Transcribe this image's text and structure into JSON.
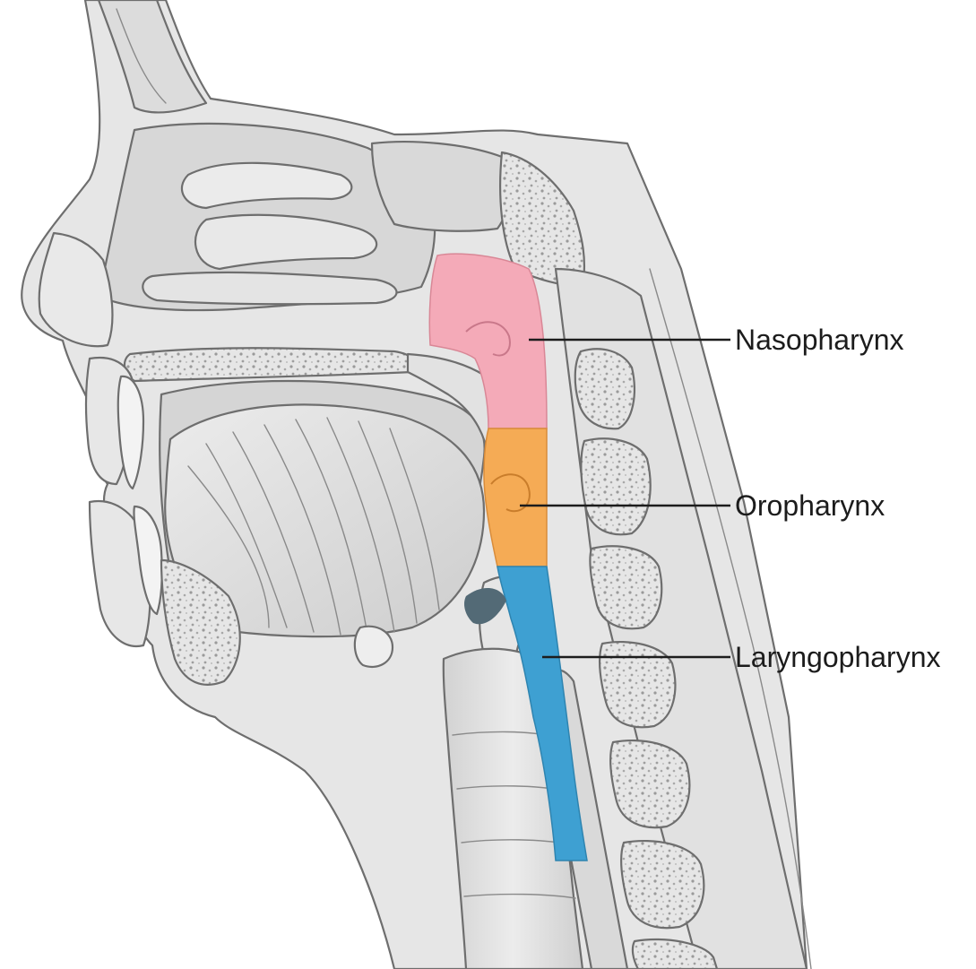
{
  "diagram": {
    "regions": [
      {
        "id": "nasopharynx",
        "label": "Nasopharynx",
        "color": "#f4aab8"
      },
      {
        "id": "oropharynx",
        "label": "Oropharynx",
        "color": "#f5ab55"
      },
      {
        "id": "laryngopharynx",
        "label": "Laryngopharynx",
        "color": "#3ea0d2"
      }
    ],
    "palette": {
      "tissue": "#e3e3e3",
      "tissue_light": "#efefef",
      "tissue_shadow": "#c9c9c9",
      "bone": "#dedede",
      "outline": "#6e6e6e"
    }
  }
}
